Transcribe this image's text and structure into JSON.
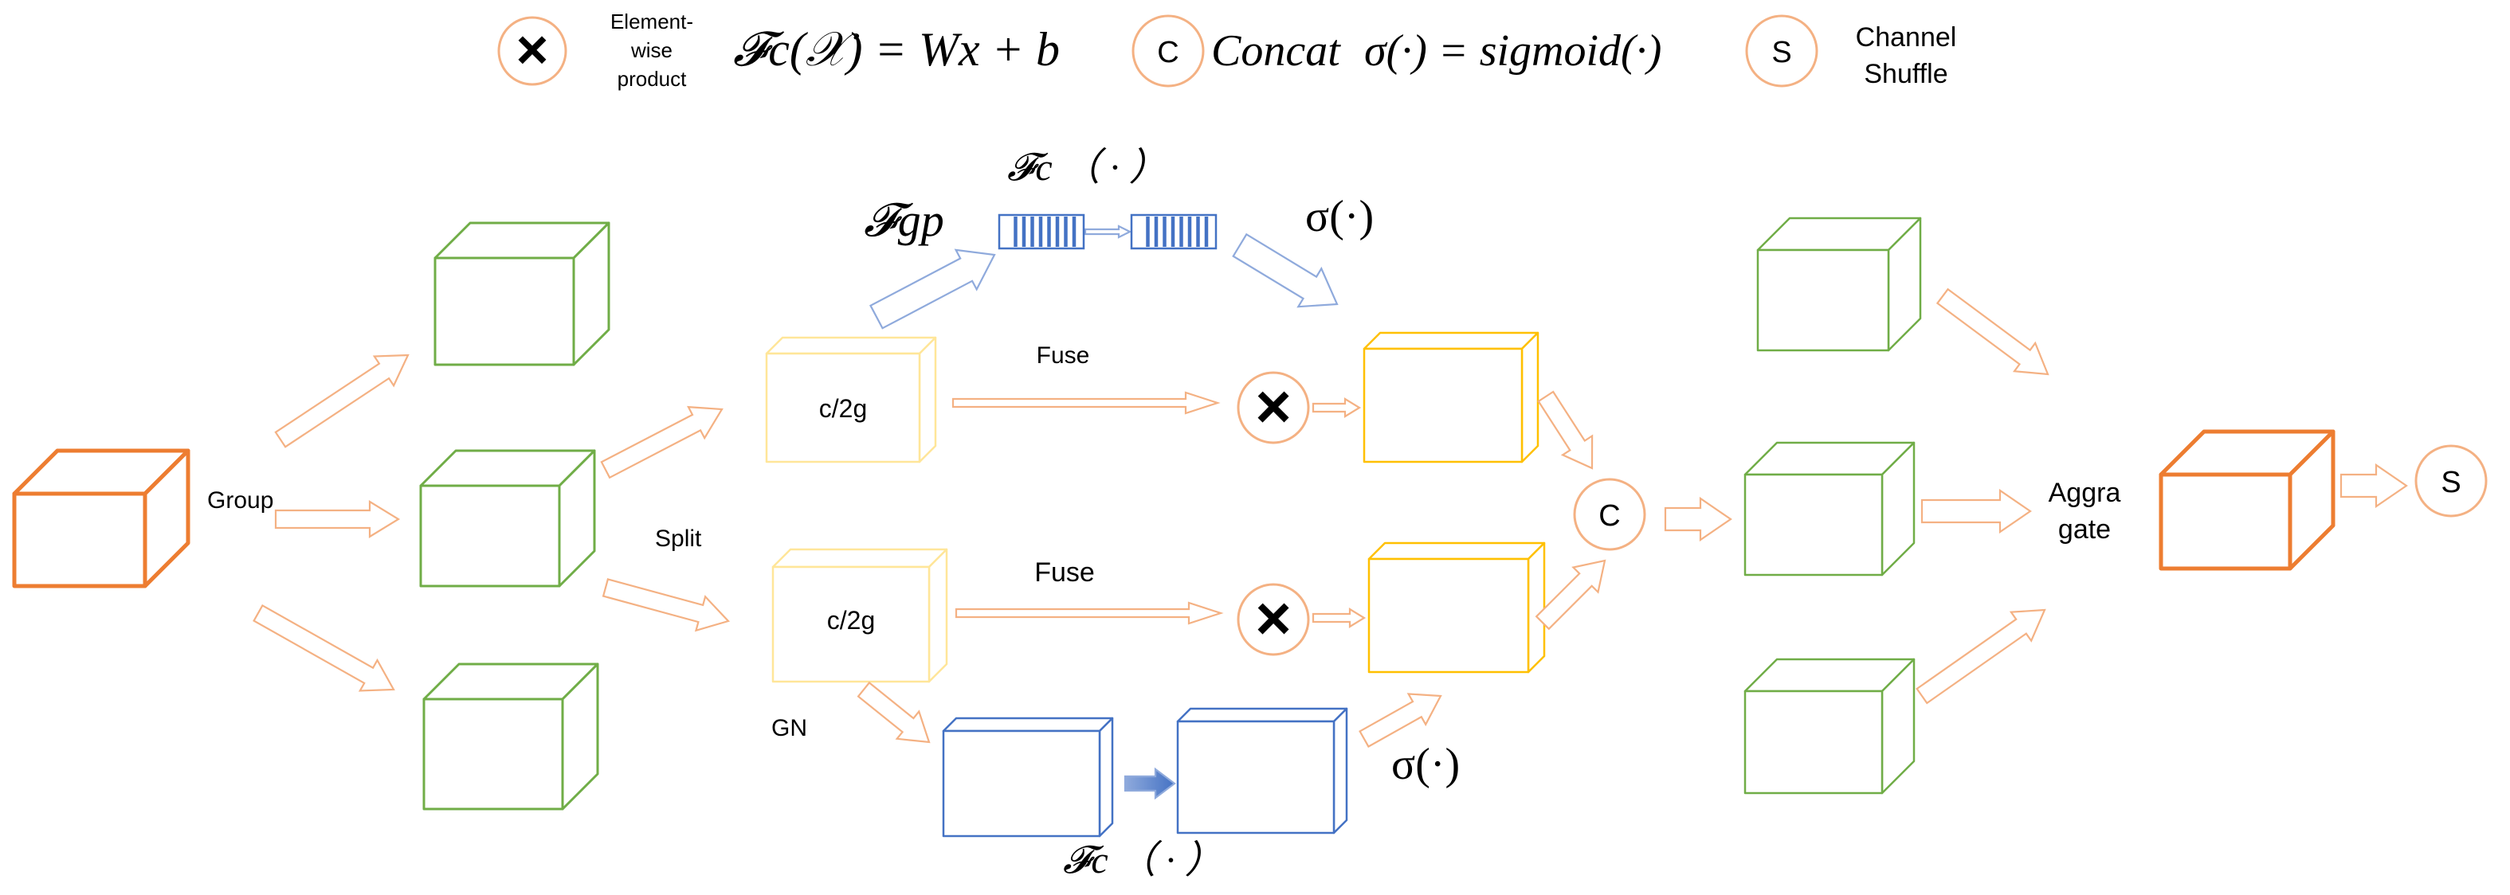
{
  "legend": {
    "product_symbol": "×",
    "product_label_line1": "Element-",
    "product_label_line2": "wise",
    "product_label_line3": "product",
    "fc_formula": "𝓕c(𝒳) = Wx + b",
    "concat_symbol": "C",
    "concat_label": "Concat",
    "sigmoid_formula": "σ(·) = sigmoid(·)",
    "shuffle_symbol": "S",
    "shuffle_label_line1": "Channel",
    "shuffle_label_line2": "Shuffle"
  },
  "labels": {
    "group": "Group",
    "split": "Split",
    "c2g_top": "c/2g",
    "c2g_bottom": "c/2g",
    "fuse_top": "Fuse",
    "fuse_bottom": "Fuse",
    "gn": "GN",
    "fgp": "𝓕gp",
    "fc_top": "𝓕c （ · ）",
    "fc_bottom": "𝓕c （ · ）",
    "sigma_top": "σ(·)",
    "sigma_bottom": "σ(·)",
    "aggregate_line1": "Aggra",
    "aggregate_line2": "gate",
    "concat_node": "C",
    "shuffle_node": "S",
    "product_node_top": "×",
    "product_node_bottom": "×"
  },
  "colors": {
    "orange": "#ED7D31",
    "light_orange": "#F4B183",
    "green": "#70AD47",
    "yellow": "#FFC000",
    "light_yellow": "#FFE699",
    "blue": "#4472C4",
    "light_blue": "#8FAADC"
  }
}
